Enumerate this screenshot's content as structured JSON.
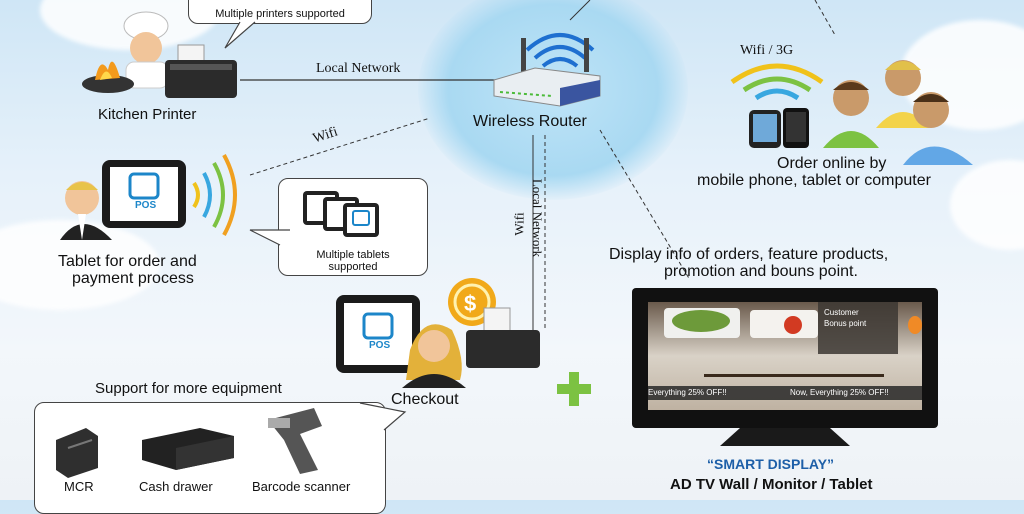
{
  "kitchen_printer": {
    "label": "Kitchen Printer",
    "bubble": "Multiple printers supported"
  },
  "router": {
    "label": "Wireless Router"
  },
  "links": {
    "local_network_top": "Local Network",
    "wifi_tablet": "Wifi",
    "local_network_vertical": "Local Network",
    "wifi_vertical": "Wifi",
    "wifi_3g": "Wifi / 3G"
  },
  "online": {
    "line1": "Order online by",
    "line2": "mobile phone, tablet or computer"
  },
  "tablet": {
    "line1": "Tablet for order and",
    "line2": "payment process",
    "pos_text": "POS",
    "bubble_line1": "Multiple tablets",
    "bubble_line2": "supported"
  },
  "checkout": {
    "label": "Checkout",
    "pos_text": "POS"
  },
  "equipment": {
    "title": "Support for more equipment",
    "items": [
      {
        "label": "MCR"
      },
      {
        "label": "Cash drawer"
      },
      {
        "label": "Barcode scanner"
      }
    ]
  },
  "display": {
    "header_line1": "Display info of orders, feature products,",
    "header_line2": "promotion and bouns point.",
    "screen_customer": "Customer",
    "screen_bonus": "Bonus point",
    "ticker_left": "Everything 25% OFF!!",
    "ticker_right": "Now, Everything 25% OFF!!",
    "smart": "“SMART DISPLAY”",
    "sub": "AD TV Wall / Monitor / Tablet"
  },
  "colors": {
    "accent_green": "#7cc242",
    "smart_blue": "#1d5fa8",
    "wifi_orange": "#f0a020",
    "pos_blue": "#1c86c9"
  }
}
